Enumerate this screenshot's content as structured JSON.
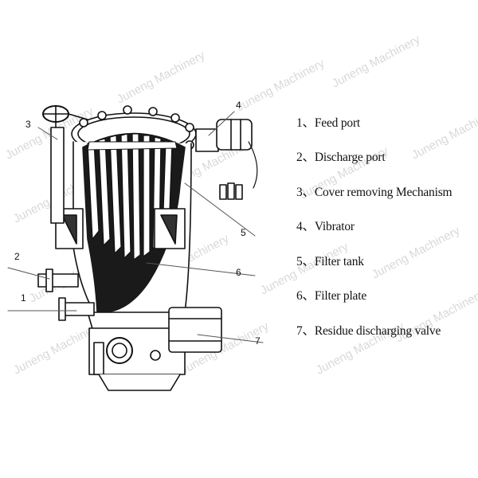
{
  "watermark": "Juneng Machinery",
  "callouts": [
    "1",
    "2",
    "3",
    "4",
    "5",
    "6",
    "7"
  ],
  "legend": [
    {
      "label": "1、Feed port"
    },
    {
      "label": "2、Discharge port"
    },
    {
      "label": "3、Cover removing Mechanism"
    },
    {
      "label": "4、Vibrator"
    },
    {
      "label": "5、Filter tank"
    },
    {
      "label": "6、Filter plate"
    },
    {
      "label": "7、Residue discharging valve"
    }
  ]
}
